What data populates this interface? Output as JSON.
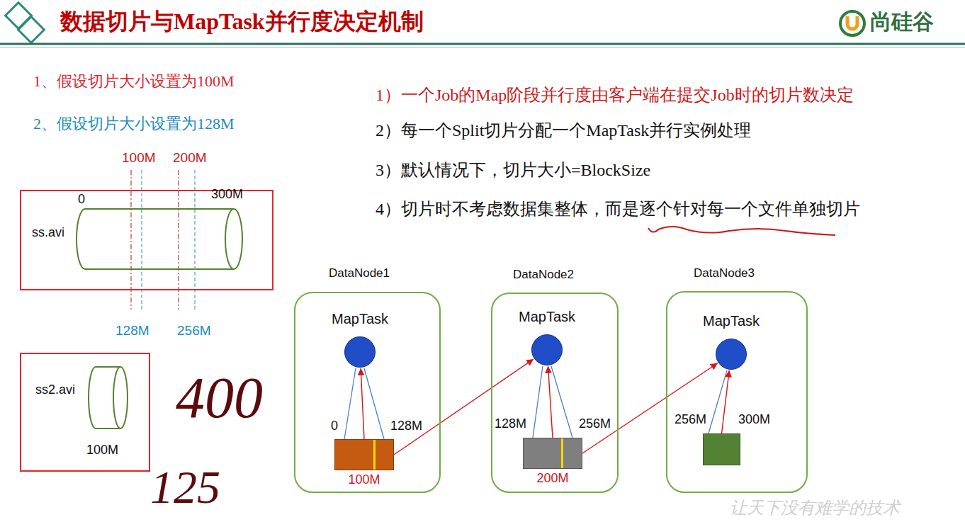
{
  "diagram": {
    "title": "数据切片与MapTask并行度决定机制",
    "nodes": [
      {
        "text": [
          "ss.avi"
        ]
      },
      {
        "text": [
          "ss2.avi",
          "100M"
        ]
      },
      {
        "text": [
          "DataNode1"
        ]
      },
      {
        "text": [
          "MapTask"
        ],
        "in": 2
      },
      {
        "text": [
          "0",
          "128M",
          "100M"
        ],
        "in": 2
      },
      {
        "text": [
          "DataNode2"
        ]
      },
      {
        "text": [
          "MapTask"
        ],
        "in": 5
      },
      {
        "text": [
          "128M",
          "256M",
          "200M"
        ],
        "in": 5
      },
      {
        "text": [
          "DataNode3"
        ]
      },
      {
        "text": [
          "MapTask"
        ],
        "in": 8
      },
      {
        "text": [
          "256M",
          "300M"
        ],
        "in": 8
      }
    ],
    "edges": [
      {
        "from": 4,
        "to": 3,
        "arrow": "to"
      },
      {
        "from": 4,
        "to": 6,
        "arrow": "to"
      },
      {
        "from": 7,
        "to": 6,
        "arrow": "to"
      },
      {
        "from": 7,
        "to": 9,
        "arrow": "to"
      },
      {
        "from": 10,
        "to": 9,
        "arrow": "to"
      }
    ],
    "labels": [
      "1、假设切片大小设置为100M",
      "2、假设切片大小设置为128M",
      "100M",
      "200M",
      "0",
      "300M",
      "128M",
      "256M",
      "1）一个Job的Map阶段并行度由客户端在提交Job时的切片数决定",
      "2）每一个Split切片分配一个MapTask并行实例处理",
      "3）默认情况下，切片大小=BlockSize",
      "4）切片时不考虑数据集整体，而是逐个针对每一个文件单独切片",
      "400",
      "125",
      "尚硅谷",
      "让天下没有难学的技术"
    ]
  }
}
